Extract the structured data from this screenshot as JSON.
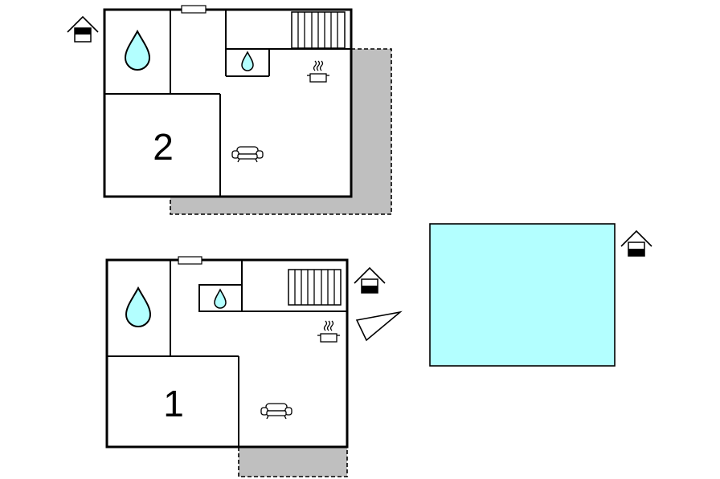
{
  "floors": [
    {
      "id": "upper",
      "room_label": "2"
    },
    {
      "id": "lower",
      "room_label": "1"
    }
  ],
  "icons": {
    "water_drop": "water-drop-icon",
    "sink_drop": "sink-drop-icon",
    "stairs": "stairs-icon",
    "cooking_pot": "cooking-pot-icon",
    "sofa": "sofa-icon",
    "house_marker": "house-icon",
    "terrace": "terrace-area",
    "pool": "swimming-pool"
  },
  "colors": {
    "wall": "#000000",
    "terrace": "#bfbfbf",
    "water": "#b3ffff",
    "pool": "#b3ffff"
  }
}
